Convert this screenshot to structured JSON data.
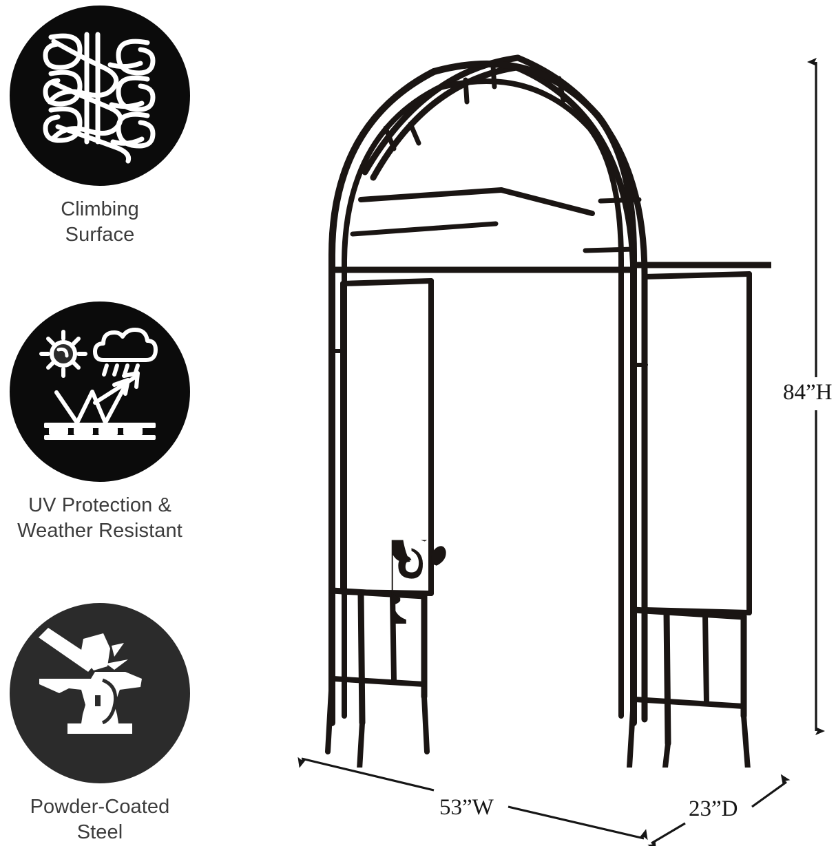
{
  "background_color": "#ffffff",
  "features": [
    {
      "id": "climbing-surface",
      "icon": "vine-leaves-climbing-icon",
      "label": "Climbing\nSurface",
      "badge_color": "#0b0b0b",
      "icon_color": "#ffffff"
    },
    {
      "id": "uv-protection-weather-resistant",
      "icon": "sun-cloud-rain-uv-reflect-icon",
      "label": "UV Protection &\nWeather Resistant",
      "badge_color": "#0b0b0b",
      "icon_color": "#ffffff"
    },
    {
      "id": "powder-coated-steel",
      "icon": "hammer-anvil-icon",
      "label": "Powder-Coated\nSteel",
      "badge_color": "#2b2b2b",
      "icon_color": "#ffffff"
    }
  ],
  "product": {
    "name": "tree-of-life-metal-garden-arch",
    "frame_color": "#1a1513",
    "panel_color": "#1a1513",
    "description": "Black powder-coated steel garden arbor arch with two tree-of-life decorative side panels and ground stakes"
  },
  "dimensions": {
    "height": "84”H",
    "width": "53”W",
    "depth": "23”D",
    "arrow_color": "#161616"
  }
}
